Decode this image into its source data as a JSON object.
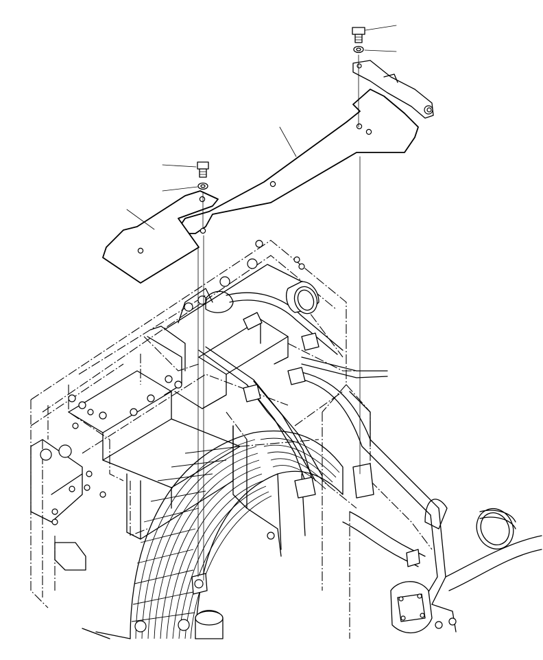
{
  "diagram": {
    "kind": "exploded-assembly-line-drawing",
    "callout_leaders": [
      "bolt-right-upper",
      "washer-right-upper",
      "cover-plate-long",
      "bolt-left-upper",
      "washer-left-upper",
      "cover-plate-short"
    ],
    "ink_color": "#000000",
    "paper_color": "#ffffff"
  }
}
